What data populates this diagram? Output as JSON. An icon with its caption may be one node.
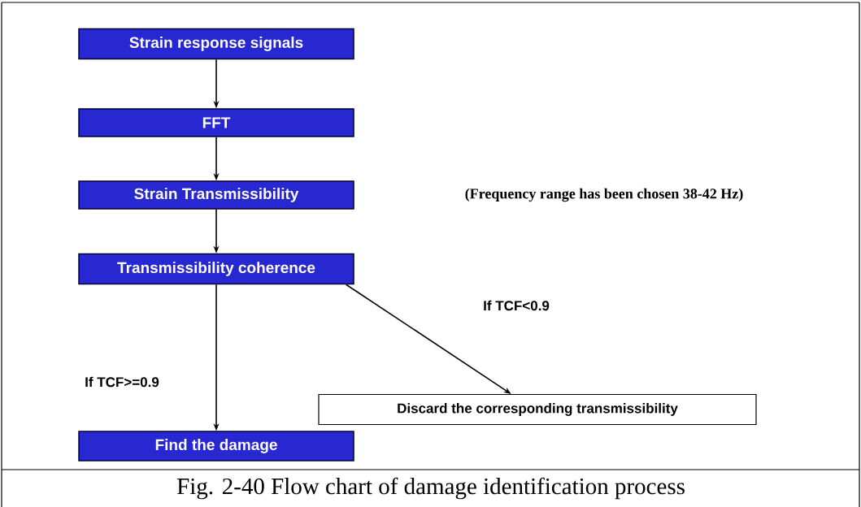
{
  "diagram": {
    "caption": "Fig. 2-40 Flow chart of damage identification process",
    "nodes": [
      {
        "text": [
          "Strain response signals"
        ]
      },
      {
        "text": [
          "FFT"
        ]
      },
      {
        "text": [
          "Strain Transmissibility"
        ]
      },
      {
        "text": [
          "Transmissibility coherence"
        ]
      },
      {
        "text": [
          "Discard the corresponding transmissibility"
        ]
      },
      {
        "text": [
          "Find the damage"
        ]
      }
    ],
    "edges": [
      {
        "from": 0,
        "to": 1,
        "arrow": "to"
      },
      {
        "from": 1,
        "to": 2,
        "arrow": "to"
      },
      {
        "from": 2,
        "to": 3,
        "arrow": "to"
      },
      {
        "from": 3,
        "to": 4,
        "arrow": "to",
        "label": "If TCF<0.9"
      },
      {
        "from": 3,
        "to": 5,
        "arrow": "to",
        "label": "If TCF>=0.9"
      }
    ],
    "labels": [
      "(Frequency range has been chosen 38-42 Hz)"
    ]
  }
}
